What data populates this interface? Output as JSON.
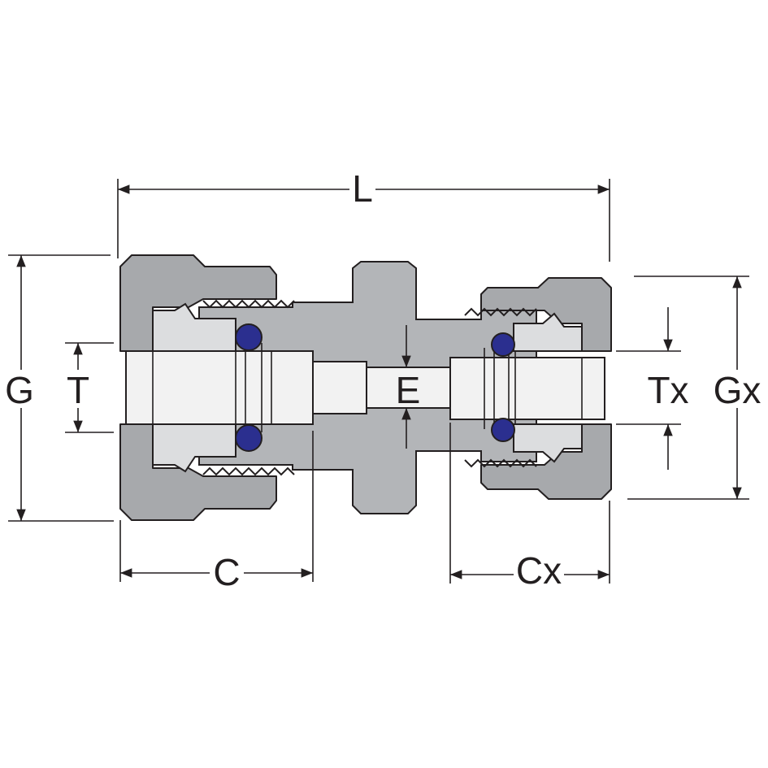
{
  "labels": {
    "L": "L",
    "G": "G",
    "T": "T",
    "E": "E",
    "C": "C",
    "Cx": "Cx",
    "Tx": "Tx",
    "Gx": "Gx"
  },
  "colors": {
    "nut": "#a7a9ac",
    "body": "#b3b5b8",
    "ferrule": "#dcdddf",
    "bore": "#f2f2f2",
    "oring": "#2b2f8f",
    "line": "#231f20"
  }
}
